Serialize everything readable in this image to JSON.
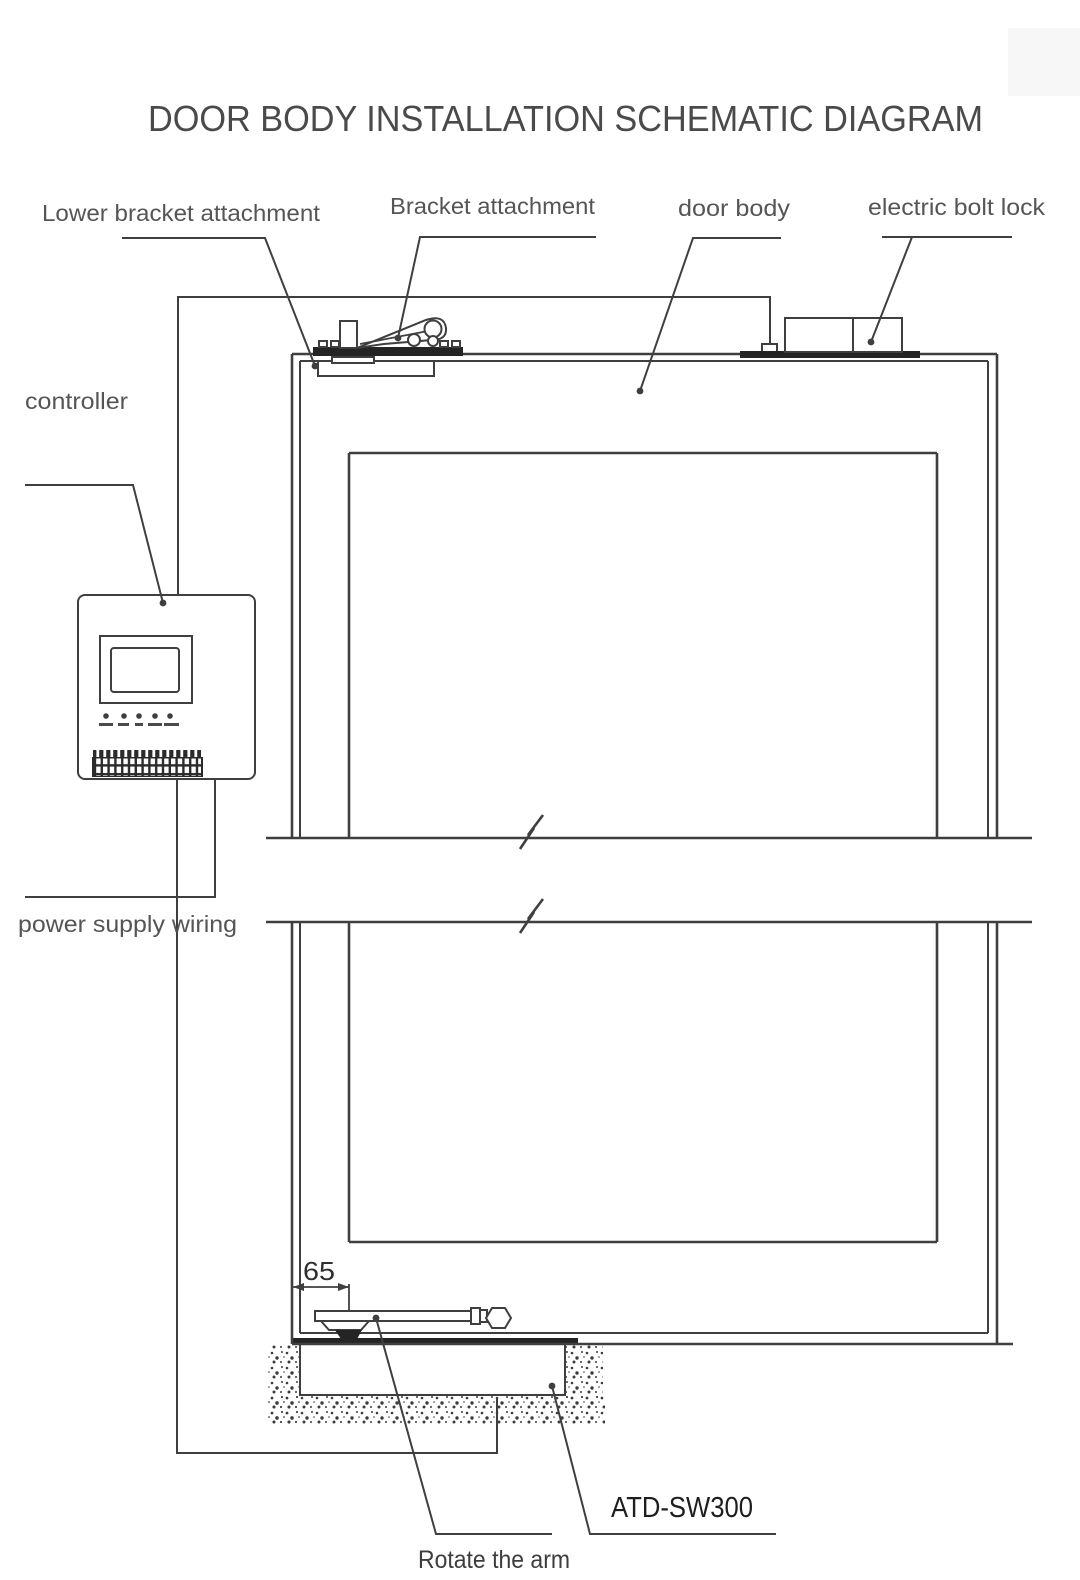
{
  "title": "DOOR BODY INSTALLATION SCHEMATIC DIAGRAM",
  "labels": {
    "lower_bracket": "Lower bracket attachment",
    "bracket": "Bracket attachment",
    "door_body": "door body",
    "electric_bolt_lock": "electric bolt lock",
    "controller": "controller",
    "power_supply_wiring": "power supply wiring",
    "rotate_arm": "Rotate the arm"
  },
  "dimensions": {
    "bracket_offset_mm": "65"
  },
  "model": {
    "name": "ATD-SW300"
  },
  "colors": {
    "line": "#3f3f3f",
    "dark_fill": "#242424",
    "title_text": "#4a4a4a",
    "label_text": "#555555",
    "background": "#ffffff"
  }
}
